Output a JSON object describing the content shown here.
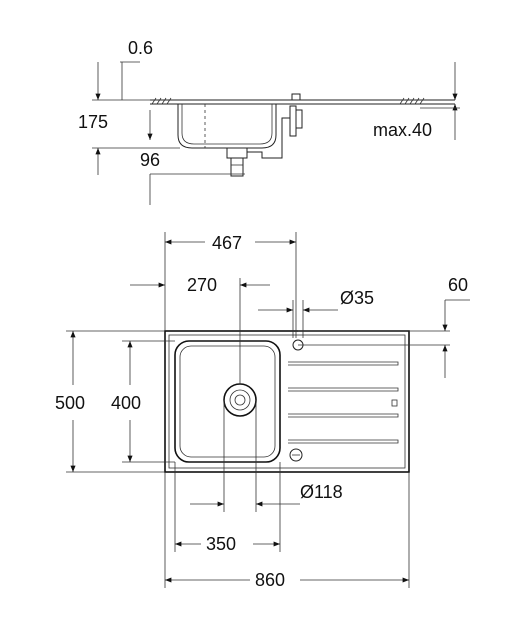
{
  "side_view": {
    "thickness": "0.6",
    "bowl_depth": "175",
    "overflow_height": "96",
    "max_worktop": "max.40"
  },
  "top_view": {
    "dim_467": "467",
    "dim_270": "270",
    "tap_hole": "Ø35",
    "dim_60": "60",
    "total_depth": "500",
    "bowl_depth": "400",
    "waste_diameter": "Ø118",
    "bowl_width": "350",
    "total_width": "860"
  },
  "colors": {
    "line": "#222222",
    "background": "#ffffff"
  }
}
